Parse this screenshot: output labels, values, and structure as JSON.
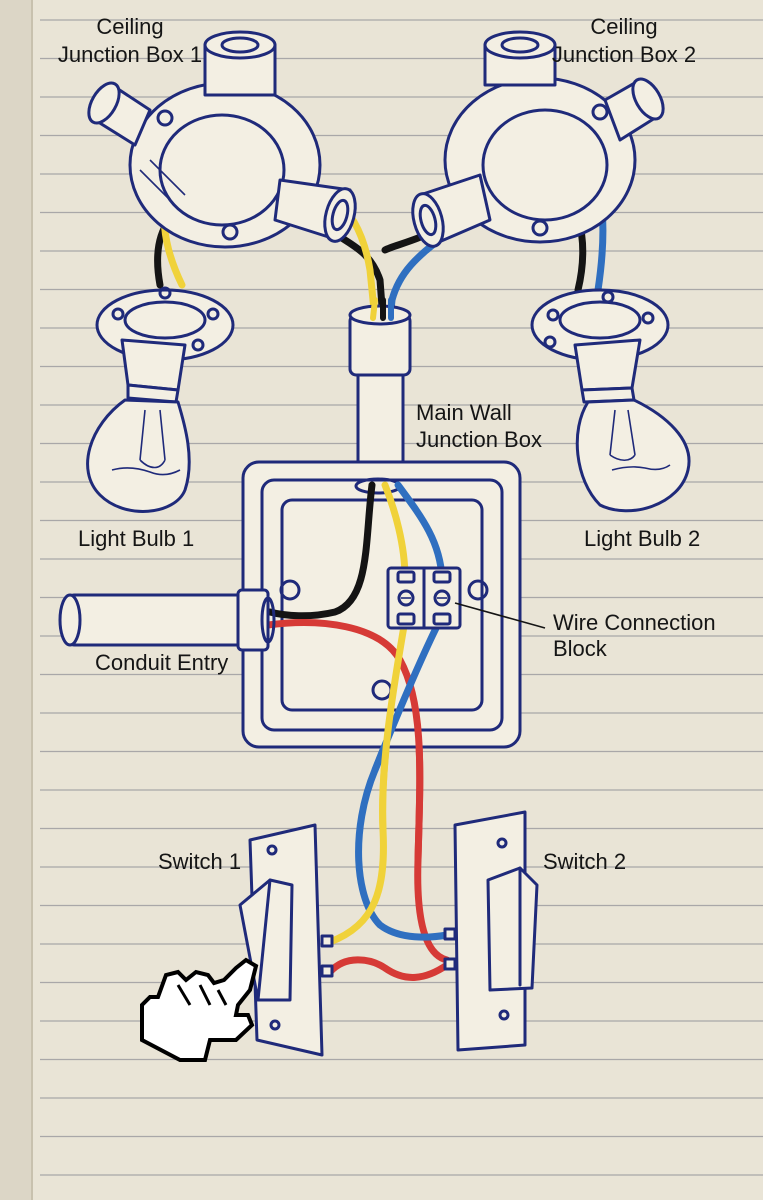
{
  "labels": {
    "ceiling_box_1": [
      "Ceiling",
      "Junction Box 1"
    ],
    "ceiling_box_2": [
      "Ceiling",
      "Junction Box 2"
    ],
    "main_box": [
      "Main Wall",
      "Junction Box"
    ],
    "bulb_1": "Light Bulb 1",
    "bulb_2": "Light Bulb 2",
    "conduit": "Conduit Entry",
    "connection_block": [
      "Wire Connection",
      "Block"
    ],
    "switch_1": "Switch 1",
    "switch_2": "Switch 2"
  },
  "colors": {
    "paper": "#e9e4d6",
    "ruled_line": "#a9a7a8",
    "ink": "#1f2a7a",
    "wire_yellow": "#f0d23a",
    "wire_blue": "#2f6fc0",
    "wire_black": "#141414",
    "wire_red": "#d63a36"
  },
  "icons": [
    "junction-box-icon",
    "light-bulb-icon",
    "switch-icon",
    "pointing-hand-cursor-icon"
  ]
}
